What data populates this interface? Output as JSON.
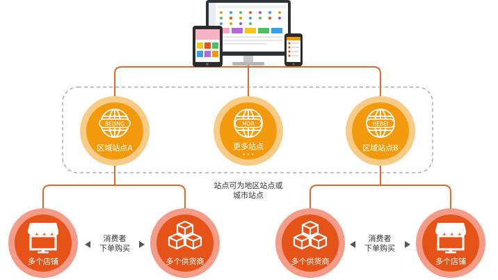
{
  "devices": {
    "desktop_name": "desktop-monitor",
    "tablet_name": "tablet",
    "phone_name": "phone"
  },
  "hubs": [
    {
      "badge": "BEIJING",
      "label": "区域站点A"
    },
    {
      "badge": "MOR",
      "label": "更多站点",
      "dots": "• • •"
    },
    {
      "badge": "HEBEI",
      "label": "区域站点B"
    }
  ],
  "hub_note": {
    "line1": "站点可为地区站点或",
    "line2": "城市站点"
  },
  "left_group": {
    "store_label": "多个店铺",
    "supplier_label": "多个供货商",
    "consumer_line1": "消费者",
    "consumer_line2": "下单购买"
  },
  "right_group": {
    "supplier_label": "多个供货商",
    "store_label": "多个店铺",
    "consumer_line1": "消费者",
    "consumer_line2": "下单购买"
  },
  "colors": {
    "line": "#e4652a",
    "hub_outer": "#f8cc86",
    "hub_inner": "#f39a0c",
    "node_outer": "#f49c88",
    "node_inner": "#e55318",
    "dashed": "#9a9a9a",
    "text_dark": "#333333"
  }
}
